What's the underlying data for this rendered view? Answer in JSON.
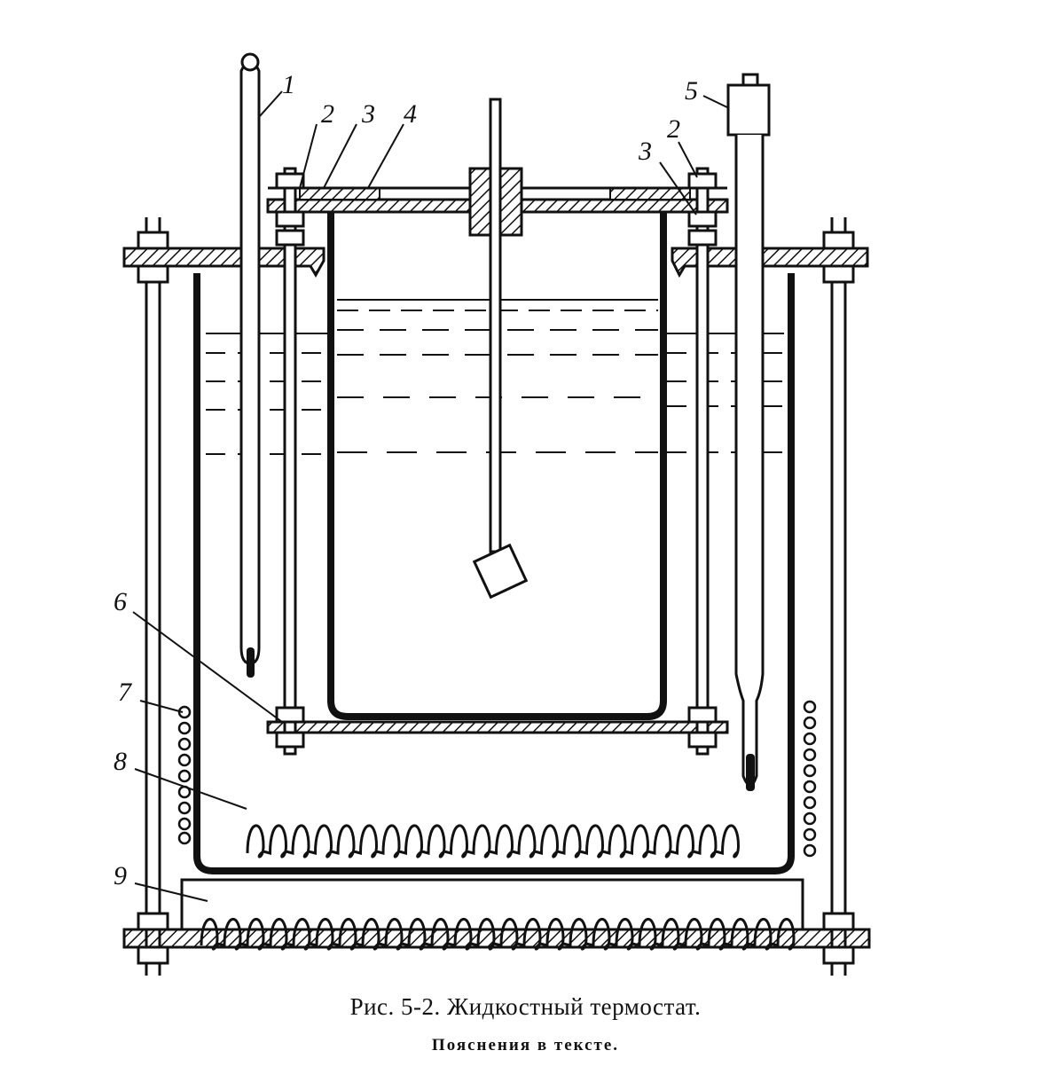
{
  "labels": {
    "l1": "1",
    "l2a": "2",
    "l3a": "3",
    "l4": "4",
    "l5": "5",
    "l3b": "3",
    "l2b": "2",
    "l6": "6",
    "l7": "7",
    "l8": "8",
    "l9": "9"
  },
  "caption": {
    "title": "Рис. 5-2. Жидкостный термостат.",
    "note": "Пояснения в тексте."
  },
  "colors": {
    "ink": "#111111",
    "paper": "#ffffff"
  }
}
